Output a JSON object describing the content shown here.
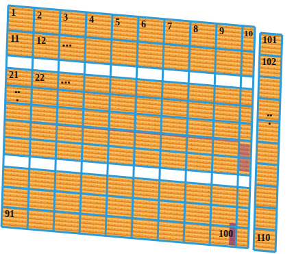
{
  "diagram": {
    "labels": [
      "1",
      "2",
      "3",
      "4",
      "5",
      "6",
      "7",
      "8",
      "9",
      "10",
      "101",
      "11",
      "12",
      "▪▪▪",
      "102",
      "21",
      "22",
      "▪▪▪",
      "▪▪▪",
      "▪▪▪",
      "91",
      "100",
      "110"
    ]
  }
}
